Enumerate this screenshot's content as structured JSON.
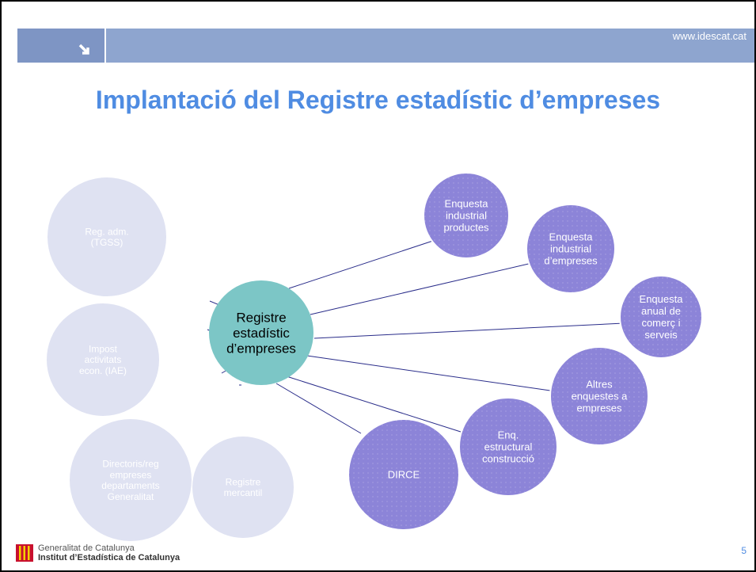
{
  "header": {
    "url": "www.idescat.cat"
  },
  "title": "Implantació del Registre estadístic d’empreses",
  "center": {
    "lines": [
      "Registre",
      "estadístic",
      "d’empreses"
    ]
  },
  "left_nodes": [
    {
      "id": "tgss",
      "lines": [
        "Reg. adm.",
        "(TGSS)"
      ]
    },
    {
      "id": "iae",
      "lines": [
        "Impost",
        "activitats",
        "econ. (IAE)"
      ]
    },
    {
      "id": "directoris",
      "lines": [
        "Directoris/reg",
        "empreses",
        "departaments",
        "Generalitat"
      ]
    },
    {
      "id": "mercantil",
      "lines": [
        "Registre",
        "mercantil"
      ]
    }
  ],
  "right_nodes": [
    {
      "id": "ind-productes",
      "lines": [
        "Enquesta",
        "industrial",
        "productes"
      ]
    },
    {
      "id": "ind-empreses",
      "lines": [
        "Enquesta",
        "industrial",
        "d’empreses"
      ]
    },
    {
      "id": "comerc",
      "lines": [
        "Enquesta",
        "anual de",
        "comerç i",
        "serveis"
      ]
    },
    {
      "id": "altres",
      "lines": [
        "Altres",
        "enquestes a",
        "empreses"
      ]
    },
    {
      "id": "construccio",
      "lines": [
        "Enq.",
        "estructural",
        "construcció"
      ]
    },
    {
      "id": "dirce",
      "lines": [
        "DIRCE"
      ]
    }
  ],
  "colors": {
    "title": "#4f8ce2",
    "center_fill": "#7cc6c6",
    "left_fill": "#dfe2f2",
    "right_fill": "#8c84d8",
    "right_stroke": "#ffffff",
    "line": "#2a2d8a"
  },
  "footer": {
    "line1": "Generalitat de Catalunya",
    "line2": "Institut d’Estadística de Catalunya",
    "page": "5"
  }
}
